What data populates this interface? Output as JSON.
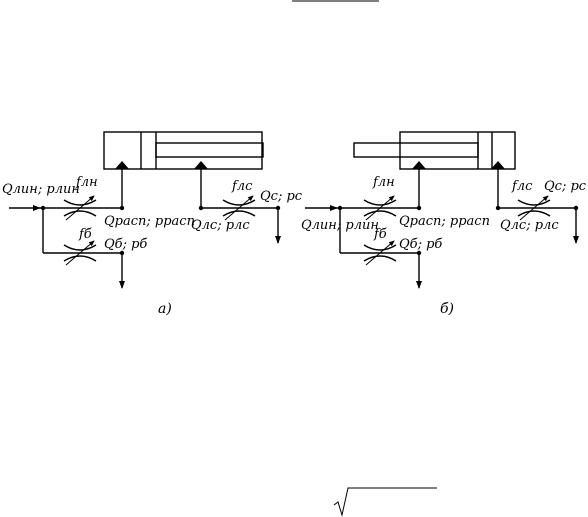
{
  "diagram_a": {
    "caption": "а)",
    "labels": {
      "inlet": "Qлин; pлин",
      "throttle_line": "fлн",
      "piston_cavity": "Qрасп; pрасп",
      "rod_cavity_flow": "Qлс; pлс",
      "throttle_rod": "fлс",
      "drain": "Qс; pс",
      "bypass_throttle": "fб",
      "bypass_flow": "Qб; pб"
    }
  },
  "diagram_b": {
    "caption": "б)",
    "labels": {
      "inlet": "Qлин; pлин",
      "throttle_line": "fлн",
      "piston_cavity": "Qрасп; pрасп",
      "rod_cavity_flow": "Qлс; pлс",
      "throttle_rod": "fлс",
      "drain": "Qс; pс",
      "bypass_throttle": "fб",
      "bypass_flow": "Qб; pб"
    }
  },
  "colors": {
    "ink": "#000000",
    "background": "#ffffff"
  },
  "icons": [
    "square-root-icon"
  ]
}
